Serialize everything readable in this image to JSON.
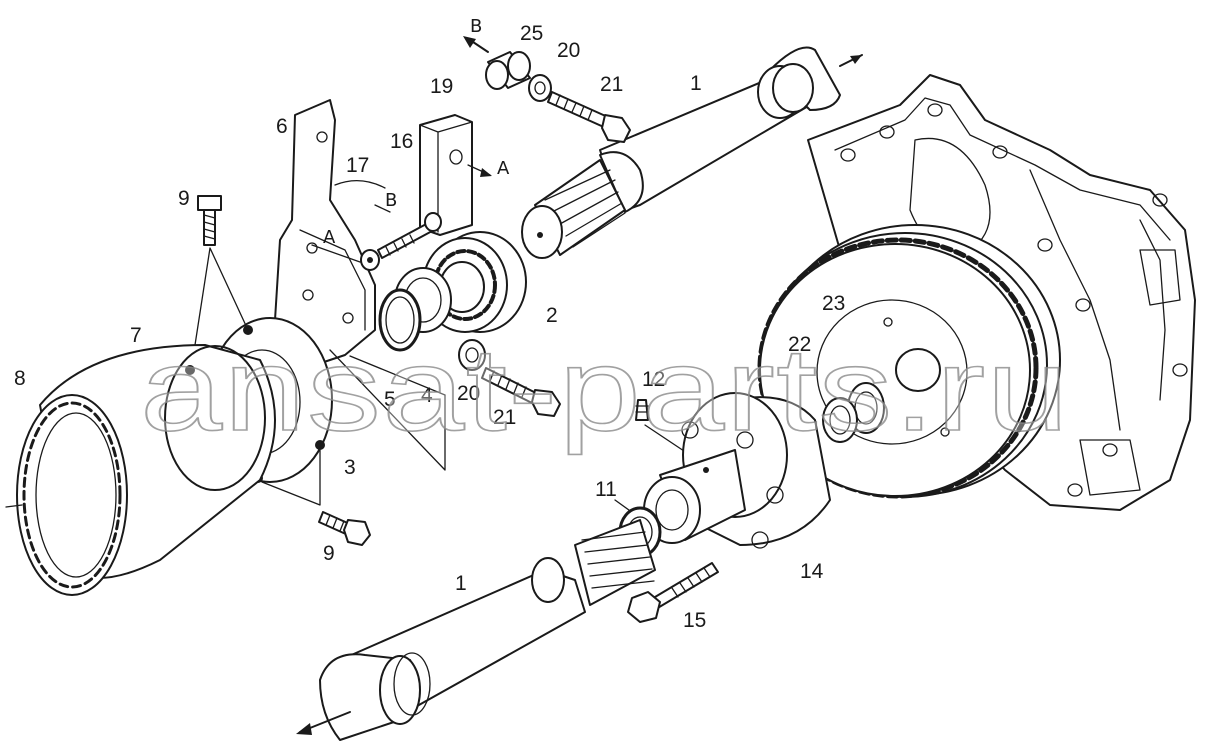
{
  "diagram": {
    "watermark": "ansat-parts.ru",
    "callouts": {
      "p1a": "1",
      "p1b": "1",
      "p2": "2",
      "p3": "3",
      "p4": "4",
      "p5": "5",
      "p6": "6",
      "p7": "7",
      "p8": "8",
      "p9a": "9",
      "p9b": "9",
      "p11": "11",
      "p12": "12",
      "p14": "14",
      "p15": "15",
      "p16": "16",
      "p17": "17",
      "p19": "19",
      "p20a": "20",
      "p20b": "20",
      "p21a": "21",
      "p21b": "21",
      "p22": "22",
      "p23": "23",
      "p25": "25"
    },
    "views": {
      "a1": "A",
      "a2": "A",
      "b1": "B",
      "b2": "B"
    }
  }
}
